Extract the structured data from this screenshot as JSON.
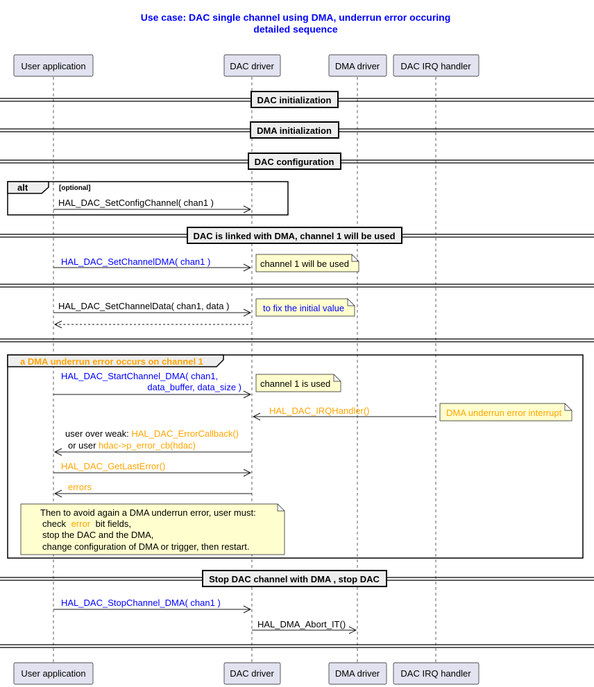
{
  "title": [
    "Use case: DAC single channel using DMA, underrun error occuring",
    "detailed sequence"
  ],
  "participants": [
    "User application",
    "DAC driver",
    "DMA driver",
    "DAC IRQ handler"
  ],
  "dividers": [
    "DAC initialization",
    "DMA initialization",
    "DAC configuration",
    "DAC is linked with DMA, channel 1 will be used",
    "",
    "",
    "Stop DAC channel with DMA , stop DAC",
    ""
  ],
  "groups": {
    "alt": {
      "keyword": "alt",
      "condition": "[optional]"
    },
    "error": {
      "label": "a DMA underrun error occurs on channel 1"
    }
  },
  "messages": {
    "set_config": "HAL_DAC_SetConfigChannel( chan1 )",
    "set_channel_dma": "HAL_DAC_SetChannelDMA( chan1 )",
    "set_channel_data": "HAL_DAC_SetChannelData( chan1, data )",
    "start_dma_1": "HAL_DAC_StartChannel_DMA(  chan1,",
    "start_dma_2": "data_buffer, data_size )",
    "irq_handler": "HAL_DAC_IRQHandler()",
    "callback_1a": "user over weak: ",
    "callback_1b": "HAL_DAC_ErrorCallback()",
    "callback_2a": "or user ",
    "callback_2b": "hdac->p_error_cb(hdac)",
    "get_last_error": "HAL_DAC_GetLastError()",
    "errors": "errors",
    "stop_dma": "HAL_DAC_StopChannel_DMA( chan1 )",
    "dma_abort": "HAL_DMA_Abort_IT()"
  },
  "notes": {
    "channel_used_1": "channel 1 will be used",
    "fix_initial": "to fix the initial value",
    "channel_used_2": "channel 1 is used",
    "underrun_interrupt": "DMA underrun error interrupt",
    "avoid_1": "Then to avoid again a DMA underrun error, user must:",
    "avoid_2a": "check ",
    "avoid_2b": "error",
    "avoid_2c": " bit fields,",
    "avoid_3": "stop the DAC and the DMA,",
    "avoid_4": "change configuration of DMA or trigger, then restart."
  },
  "colors": {
    "title": "#0000ff",
    "blue": "#0000ff",
    "orange": "#ffa500",
    "participant": "#e2e2f0",
    "note": "#fefece",
    "divider": "#eeeeee"
  }
}
